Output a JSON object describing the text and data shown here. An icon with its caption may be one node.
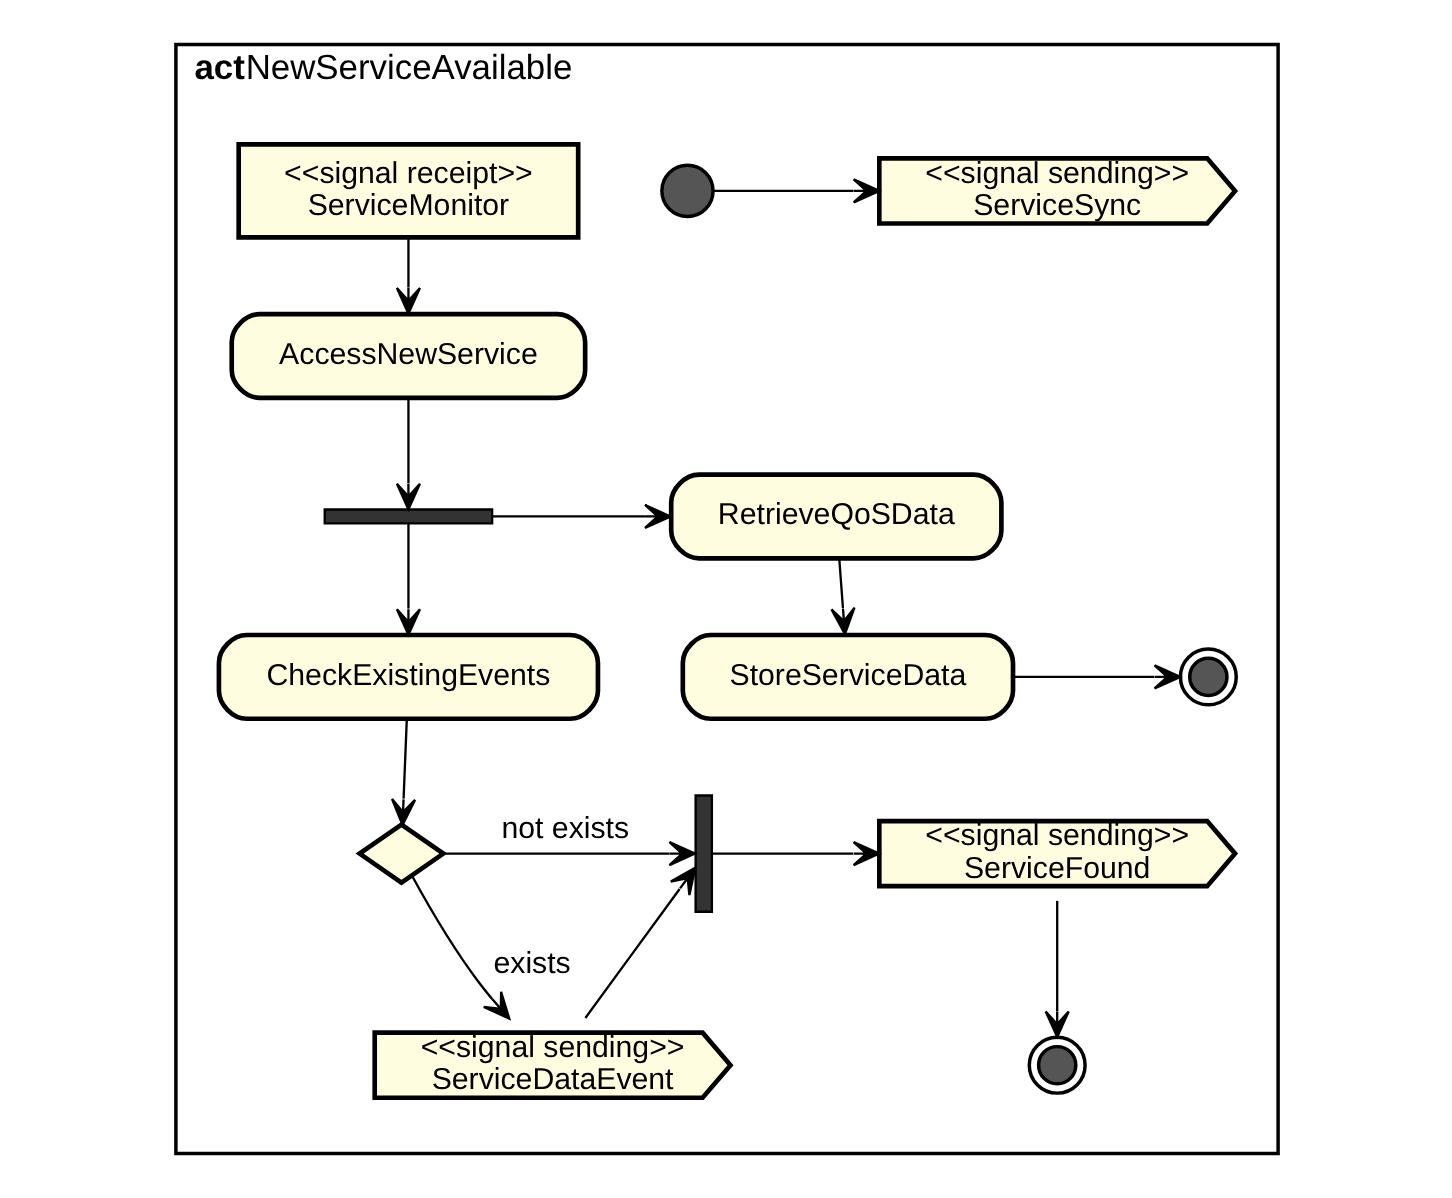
{
  "diagram": {
    "nodes": [
      {
        "text": [
          "**act**NewServiceAvailable"
        ]
      },
      {
        "text": [],
        "shape": "circle",
        "in": 0
      },
      {
        "text": [
          "<<signal sending>>",
          "ServiceSync"
        ],
        "in": 0
      },
      {
        "text": [
          "<<signal receipt>>",
          "ServiceMonitor"
        ],
        "in": 0
      },
      {
        "text": [
          "AccessNewService"
        ],
        "in": 0
      },
      {
        "text": [],
        "shape": "bar",
        "in": 0
      },
      {
        "text": [
          "RetrieveQoSData"
        ],
        "in": 0
      },
      {
        "text": [
          "CheckExistingEvents"
        ],
        "in": 0
      },
      {
        "text": [],
        "shape": "bullseye",
        "in": 0
      },
      {
        "text": [
          "StoreServiceData"
        ],
        "in": 0
      },
      {
        "text": [],
        "shape": "diamond",
        "in": 0
      },
      {
        "text": [],
        "shape": "bar",
        "in": 0
      },
      {
        "text": [
          "<<signal sending>>",
          "ServiceFound"
        ],
        "in": 0
      },
      {
        "text": [
          "<<signal sending>>",
          "ServiceDataEvent"
        ],
        "in": 0
      },
      {
        "text": [],
        "shape": "bullseye",
        "in": 0
      }
    ],
    "edges": [
      {
        "from": 1,
        "to": 2,
        "arrow": "to"
      },
      {
        "from": 3,
        "to": 4,
        "arrow": "to"
      },
      {
        "from": 4,
        "to": 5,
        "arrow": "to"
      },
      {
        "from": 5,
        "to": 6,
        "arrow": "to"
      },
      {
        "from": 5,
        "to": 7,
        "arrow": "to"
      },
      {
        "from": 6,
        "to": 9,
        "arrow": "to"
      },
      {
        "from": 9,
        "to": 8,
        "arrow": "to"
      },
      {
        "from": 7,
        "to": 10,
        "arrow": "to"
      },
      {
        "from": 10,
        "to": 11,
        "arrow": "to",
        "label": "not exists"
      },
      {
        "from": 10,
        "to": 13,
        "arrow": "to",
        "label": "exists"
      },
      {
        "from": 13,
        "to": 11,
        "arrow": "to"
      },
      {
        "from": 11,
        "to": 12,
        "arrow": "to"
      },
      {
        "from": 12,
        "to": 14,
        "arrow": "to"
      }
    ]
  }
}
